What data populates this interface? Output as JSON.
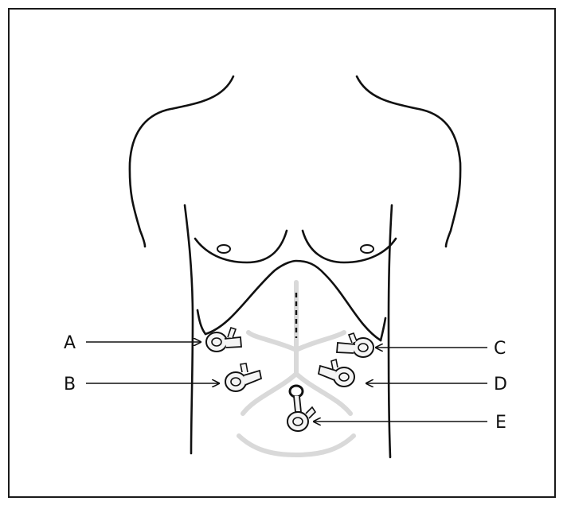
{
  "labels": {
    "A": "A",
    "B": "B",
    "C": "C",
    "D": "D",
    "E": "E"
  },
  "colors": {
    "line": "#111111",
    "faint_anatomy": "#d9d9d9",
    "port_fill": "#f4f4f4"
  }
}
